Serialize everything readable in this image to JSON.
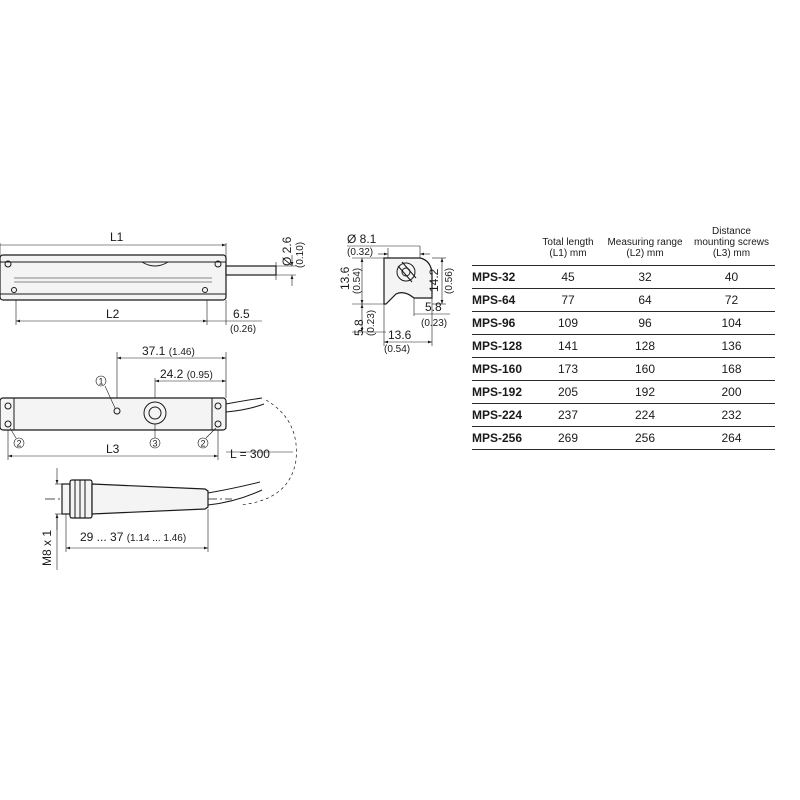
{
  "dimensions": {
    "top_view": {
      "L1": "L1",
      "dia": "Ø 2.6",
      "dia_in": "(0.10)",
      "L2": "L2",
      "d65": "6.5",
      "d65_in": "(0.26)"
    },
    "cross_section": {
      "dia81": "Ø 8.1",
      "dia81_in": "(0.32)",
      "h136": "13.6",
      "h136_in": "(0.54)",
      "h142": "14.2",
      "h142_in": "(0.56)",
      "h58": "5.8",
      "h58_in": "(0.23)",
      "r58": "5.8",
      "r58_in": "(0.23)",
      "w136": "13.6",
      "w136_in": "(0.54)"
    },
    "side_view": {
      "d371": "37.1",
      "d371_in": "(1.46)",
      "d242": "24.2",
      "d242_in": "(0.95)",
      "L3": "L3",
      "cable": "L = 300",
      "marker1": "1",
      "marker2": "2",
      "marker3": "3"
    },
    "connector": {
      "thread": "M8 x 1",
      "len": "29 ... 37",
      "len_in": "(1.14 ... 1.46)"
    }
  },
  "table": {
    "headers": [
      {
        "line1": "",
        "line2": "",
        "line3": ""
      },
      {
        "line1": "",
        "line2": "Total length",
        "line3": "(L1) mm"
      },
      {
        "line1": "",
        "line2": "Measuring range",
        "line3": "(L2) mm"
      },
      {
        "line1": "Distance",
        "line2": "mounting screws",
        "line3": "(L3) mm"
      }
    ],
    "rows": [
      {
        "model": "MPS-32",
        "l1": "45",
        "l2": "32",
        "l3": "40"
      },
      {
        "model": "MPS-64",
        "l1": "77",
        "l2": "64",
        "l3": "72"
      },
      {
        "model": "MPS-96",
        "l1": "109",
        "l2": "96",
        "l3": "104"
      },
      {
        "model": "MPS-128",
        "l1": "141",
        "l2": "128",
        "l3": "136"
      },
      {
        "model": "MPS-160",
        "l1": "173",
        "l2": "160",
        "l3": "168"
      },
      {
        "model": "MPS-192",
        "l1": "205",
        "l2": "192",
        "l3": "200"
      },
      {
        "model": "MPS-224",
        "l1": "237",
        "l2": "224",
        "l3": "232"
      },
      {
        "model": "MPS-256",
        "l1": "269",
        "l2": "256",
        "l3": "264"
      }
    ]
  }
}
